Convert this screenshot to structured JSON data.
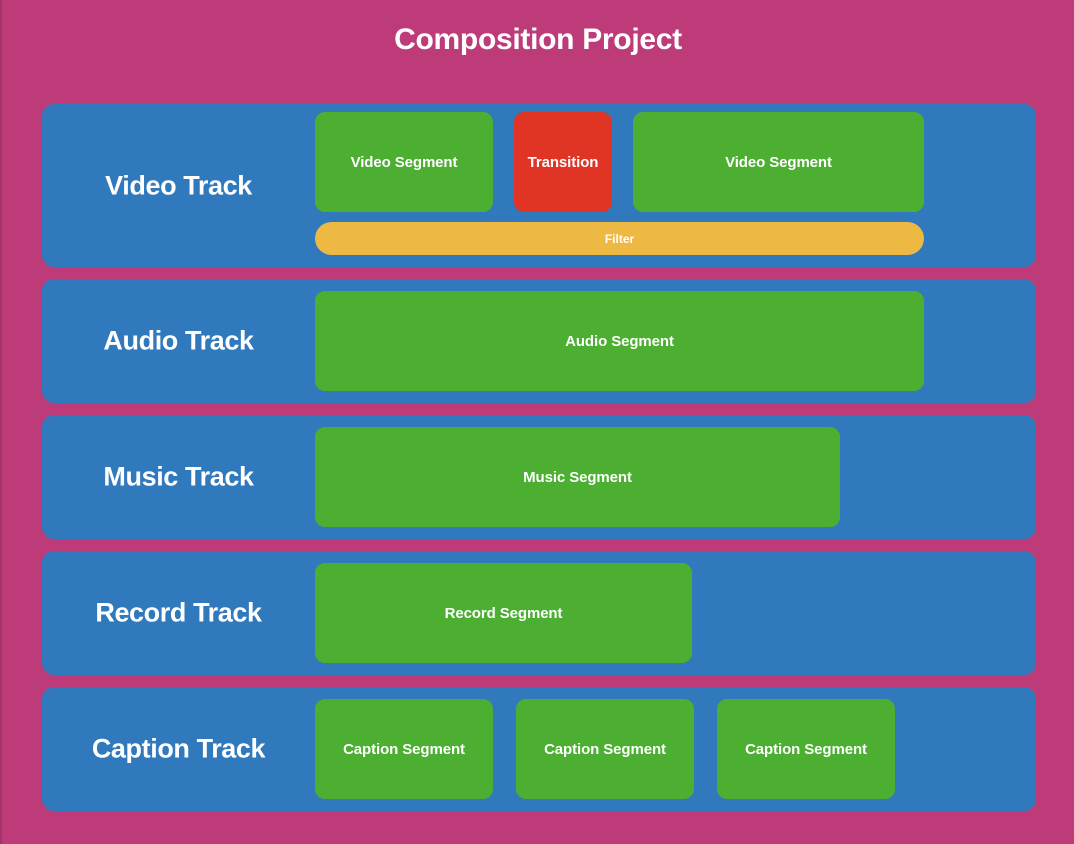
{
  "page": {
    "title": "Composition Project",
    "background_color": "#be3b79"
  },
  "colors": {
    "background": "#be3b79",
    "track": "#3079bd",
    "segment": "#4caf32",
    "transition": "#e03524",
    "filter": "#eeb942",
    "text": "#ffffff"
  },
  "timeline": {
    "tracks": [
      {
        "label": "Video Track",
        "clips": [
          {
            "label": "Video Segment",
            "type": "segment"
          },
          {
            "label": "Transition",
            "type": "transition"
          },
          {
            "label": "Video Segment",
            "type": "segment"
          }
        ],
        "effects": [
          {
            "label": "Filter",
            "type": "filter"
          }
        ]
      },
      {
        "label": "Audio Track",
        "clips": [
          {
            "label": "Audio Segment",
            "type": "segment"
          }
        ],
        "effects": []
      },
      {
        "label": "Music Track",
        "clips": [
          {
            "label": "Music Segment",
            "type": "segment"
          }
        ],
        "effects": []
      },
      {
        "label": "Record Track",
        "clips": [
          {
            "label": "Record Segment",
            "type": "segment"
          }
        ],
        "effects": []
      },
      {
        "label": "Caption Track",
        "clips": [
          {
            "label": "Caption Segment",
            "type": "segment"
          },
          {
            "label": "Caption Segment",
            "type": "segment"
          },
          {
            "label": "Caption Segment",
            "type": "segment"
          }
        ],
        "effects": []
      }
    ]
  }
}
